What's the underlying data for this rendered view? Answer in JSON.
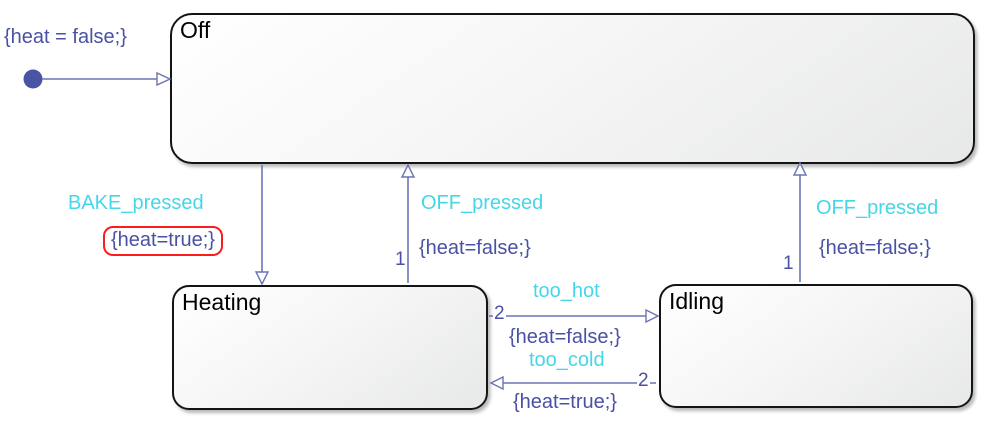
{
  "diagram": {
    "type": "stateflow-state-machine",
    "states": {
      "off": {
        "label": "Off"
      },
      "heating": {
        "label": "Heating"
      },
      "idling": {
        "label": "Idling"
      }
    },
    "initial_transition": {
      "action": "{heat = false;}"
    },
    "transitions": {
      "bake": {
        "event": "BAKE_pressed",
        "action": "{heat=true;}",
        "highlighted": true
      },
      "off_from_heating": {
        "event": "OFF_pressed",
        "action": "{heat=false;}",
        "order": "1"
      },
      "off_from_idling": {
        "event": "OFF_pressed",
        "action": "{heat=false;}",
        "order": "1"
      },
      "too_hot": {
        "event": "too_hot",
        "action": "{heat=false;}",
        "order": "2"
      },
      "too_cold": {
        "event": "too_cold",
        "action": "{heat=true;}",
        "order": "2"
      }
    }
  },
  "colors": {
    "event": "#45d6e8",
    "action": "#4a51a3",
    "line": "#6b74b5",
    "dot": "#4a54a5",
    "highlight": "#fb1d1d",
    "state_border": "#141414"
  }
}
